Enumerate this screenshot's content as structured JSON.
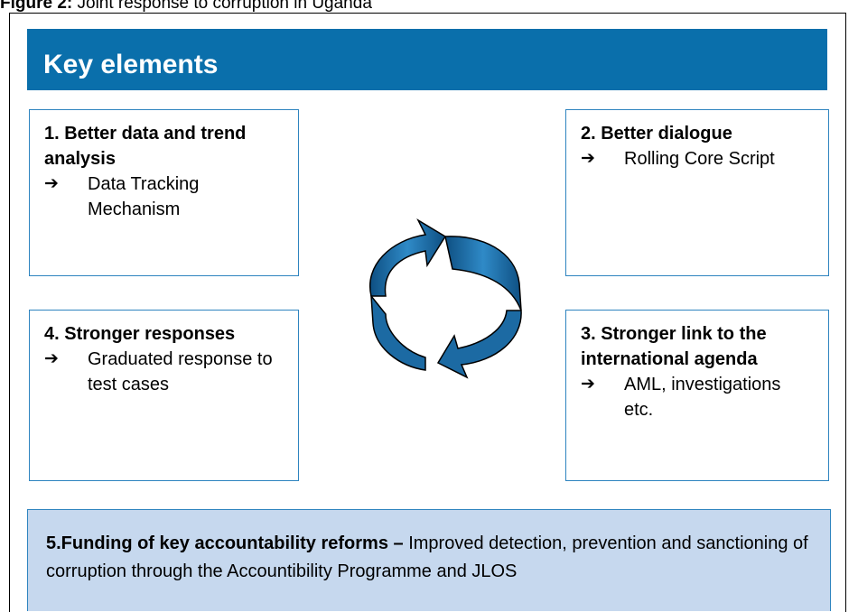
{
  "caption": {
    "label": "Figure 2:",
    "text": "Joint response to corruption in Uganda"
  },
  "header": {
    "title": "Key elements"
  },
  "boxes": {
    "box1": {
      "title": "1. Better data and trend analysis",
      "arrow": "➔",
      "item": "Data Tracking Mechanism"
    },
    "box2": {
      "title": "2. Better dialogue",
      "arrow": "➔",
      "item": "Rolling Core Script"
    },
    "box4": {
      "title": "4. Stronger responses",
      "arrow": "➔",
      "item": "Graduated response to test cases"
    },
    "box3": {
      "title": "3. Stronger link to the international agenda",
      "arrow": "➔",
      "item": "AML, investigations etc."
    }
  },
  "bottom": {
    "bold": "5.Funding of key accountability reforms –",
    "text": " Improved detection, prevention and sanctioning of corruption through the Accountibility Programme and JLOS"
  },
  "colors": {
    "header": "#0a6fab",
    "box_border": "#2e84bf",
    "bottom_fill": "#c6d8ee",
    "arrow_fill": "#1e6fa8"
  },
  "icons": {
    "cycle": "circular-arrows-icon",
    "bullet": "right-arrow-icon"
  }
}
